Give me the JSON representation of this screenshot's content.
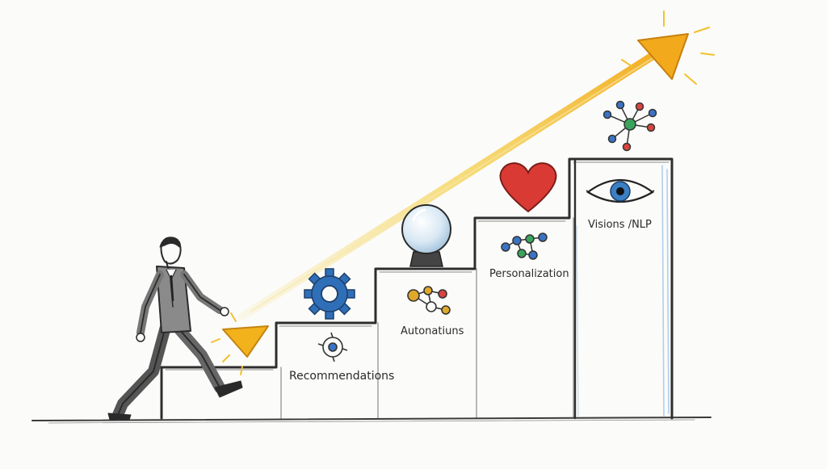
{
  "steps": [
    {
      "label": "Recommendations",
      "icon": "gear-icon"
    },
    {
      "label": "Autonatiuns",
      "icon": "crystal-ball-icon"
    },
    {
      "label": "Personalization",
      "icon": "heart-icon"
    },
    {
      "label": "Visions /NLP",
      "icon": "eye-icon"
    }
  ],
  "colors": {
    "ink": "#2a2a2a",
    "arrow_yellow": "#f2b21c",
    "arrow_orange": "#f0a020",
    "gear_blue": "#2f6fb7",
    "heart_red": "#d93a34",
    "eye_blue": "#3b7fc4",
    "node_green": "#3aa55a",
    "node_red": "#d9443c",
    "node_blue": "#3a73c4",
    "node_yellow": "#e0a82a"
  },
  "icons": [
    "person-walking-icon",
    "start-arrow-icon",
    "growth-arrow-icon",
    "gear-icon",
    "small-gear-icon",
    "crystal-ball-icon",
    "network-nodes-icon",
    "heart-icon",
    "molecule-icon",
    "eye-icon",
    "star-network-icon"
  ]
}
